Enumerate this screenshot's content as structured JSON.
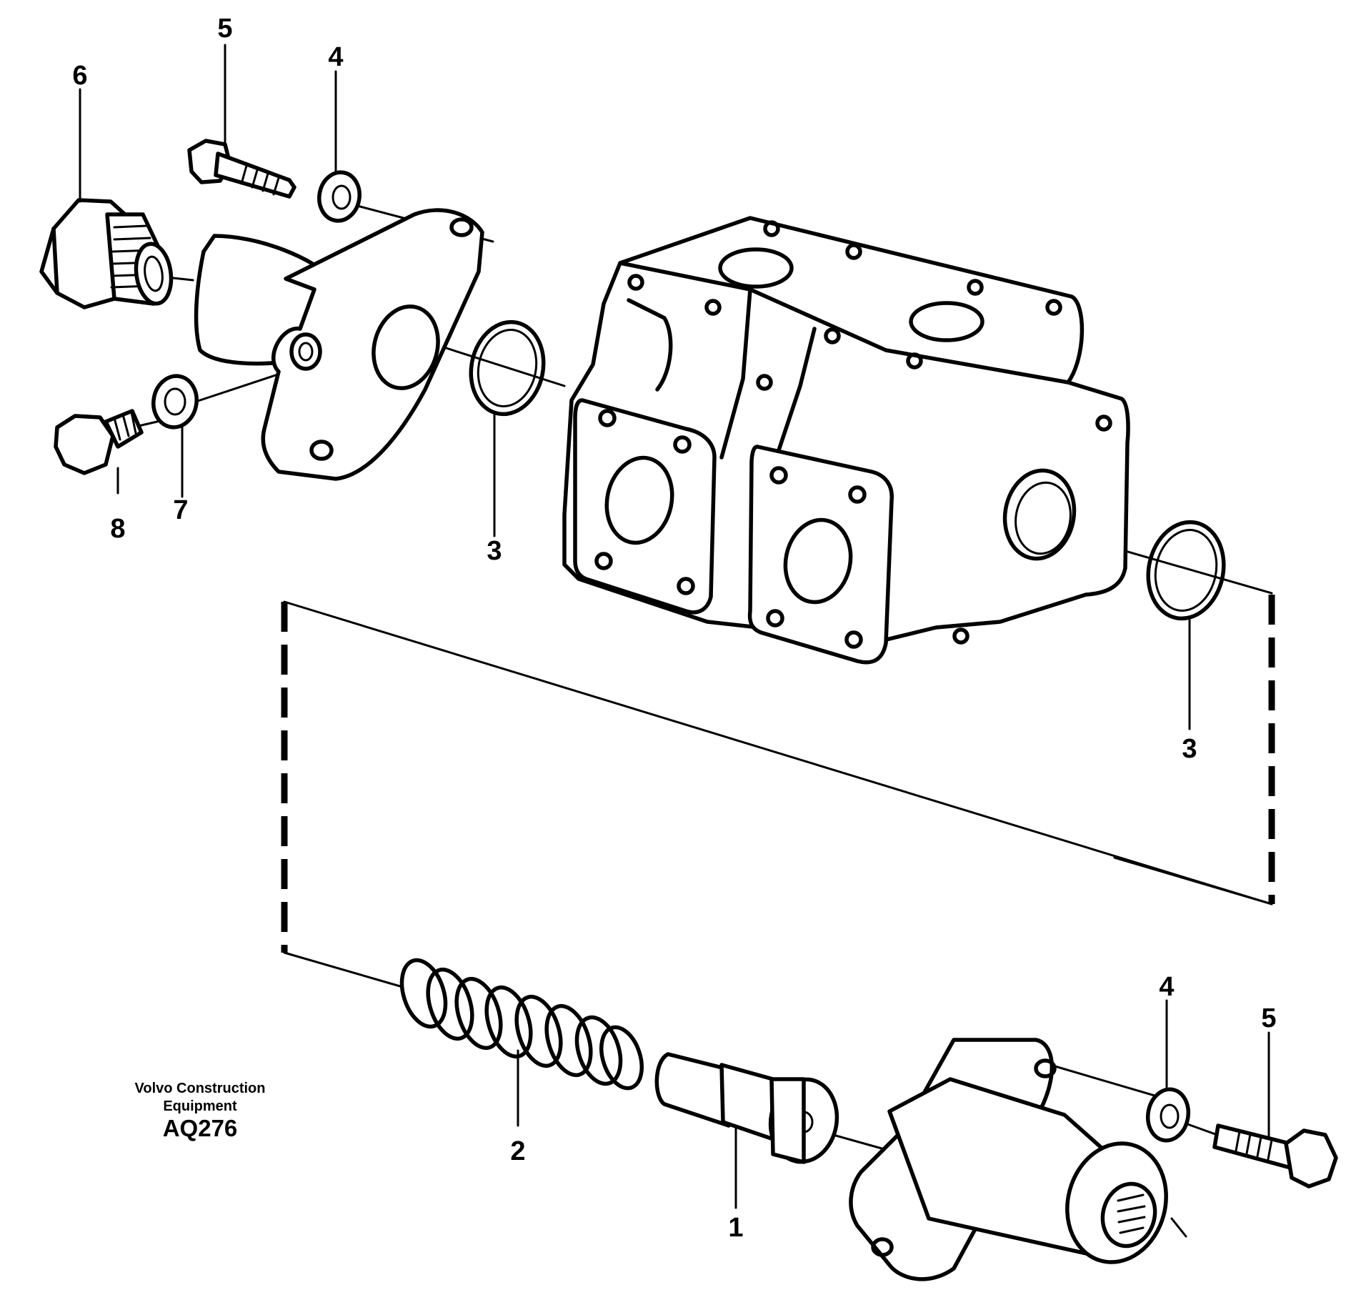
{
  "brand": {
    "line1": "Volvo Construction",
    "line2": "Equipment",
    "drawing_code": "AQ276"
  },
  "callouts": [
    {
      "id": "c5-top",
      "label": "5"
    },
    {
      "id": "c4-top",
      "label": "4"
    },
    {
      "id": "c6",
      "label": "6"
    },
    {
      "id": "c8",
      "label": "8"
    },
    {
      "id": "c7",
      "label": "7"
    },
    {
      "id": "c3-left",
      "label": "3"
    },
    {
      "id": "c3-right",
      "label": "3"
    },
    {
      "id": "c4-bottom",
      "label": "4"
    },
    {
      "id": "c5-bottom",
      "label": "5"
    },
    {
      "id": "c2",
      "label": "2"
    },
    {
      "id": "c1",
      "label": "1"
    }
  ]
}
